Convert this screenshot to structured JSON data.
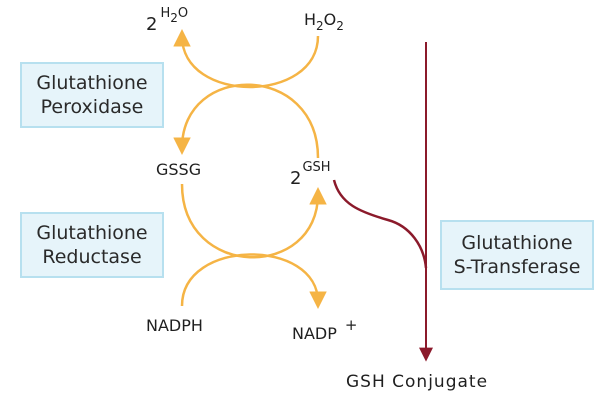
{
  "enzymes": {
    "peroxidase": [
      "Glutathione",
      "Peroxidase"
    ],
    "reductase": [
      "Glutathione",
      "Reductase"
    ],
    "transferase": [
      "Glutathione",
      "S-Transferase"
    ]
  },
  "species": {
    "water": {
      "coef": "2",
      "main": "H",
      "sub": "2",
      "tail": "O"
    },
    "peroxide": {
      "main": "H",
      "sub1": "2",
      "mid": "O",
      "sub2": "2"
    },
    "gssg": "GSSG",
    "gsh": {
      "coef": "2",
      "main": "GSH"
    },
    "nadph": "NADPH",
    "nadp": {
      "main": "NADP",
      "charge": "+"
    },
    "conjugate": "GSH Conjugate"
  },
  "colors": {
    "cycle_arrow": "#f5b445",
    "conjugation_arrow": "#8b1a2b",
    "box_fill": "#e6f4fa",
    "box_border": "#b7e0ef"
  }
}
